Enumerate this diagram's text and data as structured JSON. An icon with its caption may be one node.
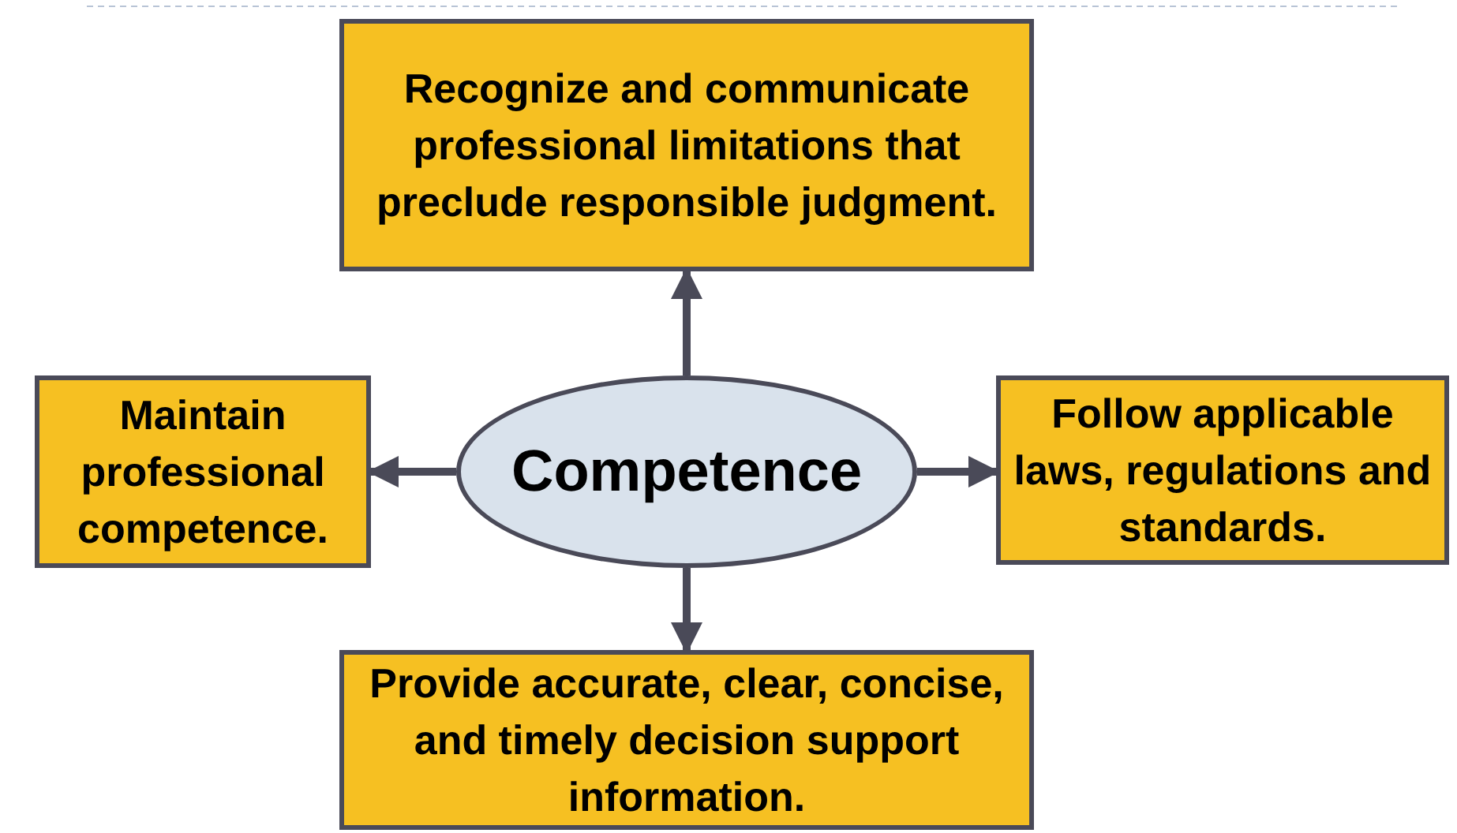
{
  "diagram": {
    "nodes": [
      {
        "text": [
          "Recognize and communicate professional limitations that preclude responsible judgment."
        ]
      },
      {
        "text": [
          "Maintain professional competence."
        ]
      },
      {
        "text": [
          "Competence"
        ]
      },
      {
        "text": [
          "Follow applicable laws, regulations and standards."
        ]
      },
      {
        "text": [
          "Provide accurate, clear, concise, and timely decision support information."
        ]
      }
    ],
    "edges": [
      {
        "from": 2,
        "to": 0,
        "arrow": "to"
      },
      {
        "from": 2,
        "to": 1,
        "arrow": "to"
      },
      {
        "from": 2,
        "to": 3,
        "arrow": "to"
      },
      {
        "from": 2,
        "to": 4,
        "arrow": "to"
      }
    ]
  }
}
